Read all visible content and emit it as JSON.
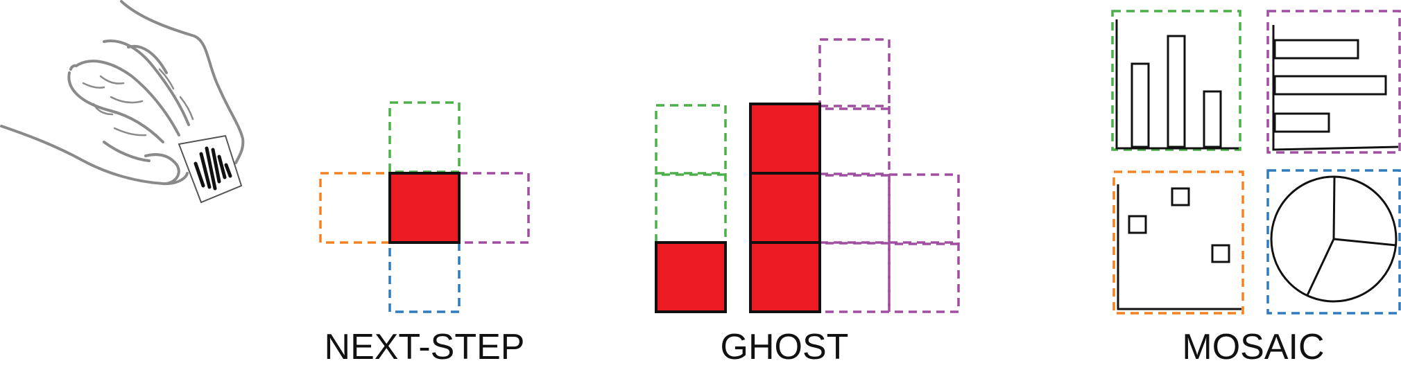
{
  "captions": {
    "next_step": "NEXT-STEP",
    "ghost": "GHOST",
    "mosaic": "MOSAIC"
  },
  "colors": {
    "block_fill": "#ED1C24",
    "block_stroke": "#111111",
    "green": "#4DAF4A",
    "orange": "#F58220",
    "purple": "#A14DA0",
    "blue": "#2E7BBF"
  },
  "icons": {
    "hand": "hand-holding-card-icon",
    "mosaic_thumbnails": [
      "bar-chart-icon",
      "horizontal-bar-chart-icon",
      "scatter-plot-icon",
      "pie-chart-icon"
    ]
  }
}
